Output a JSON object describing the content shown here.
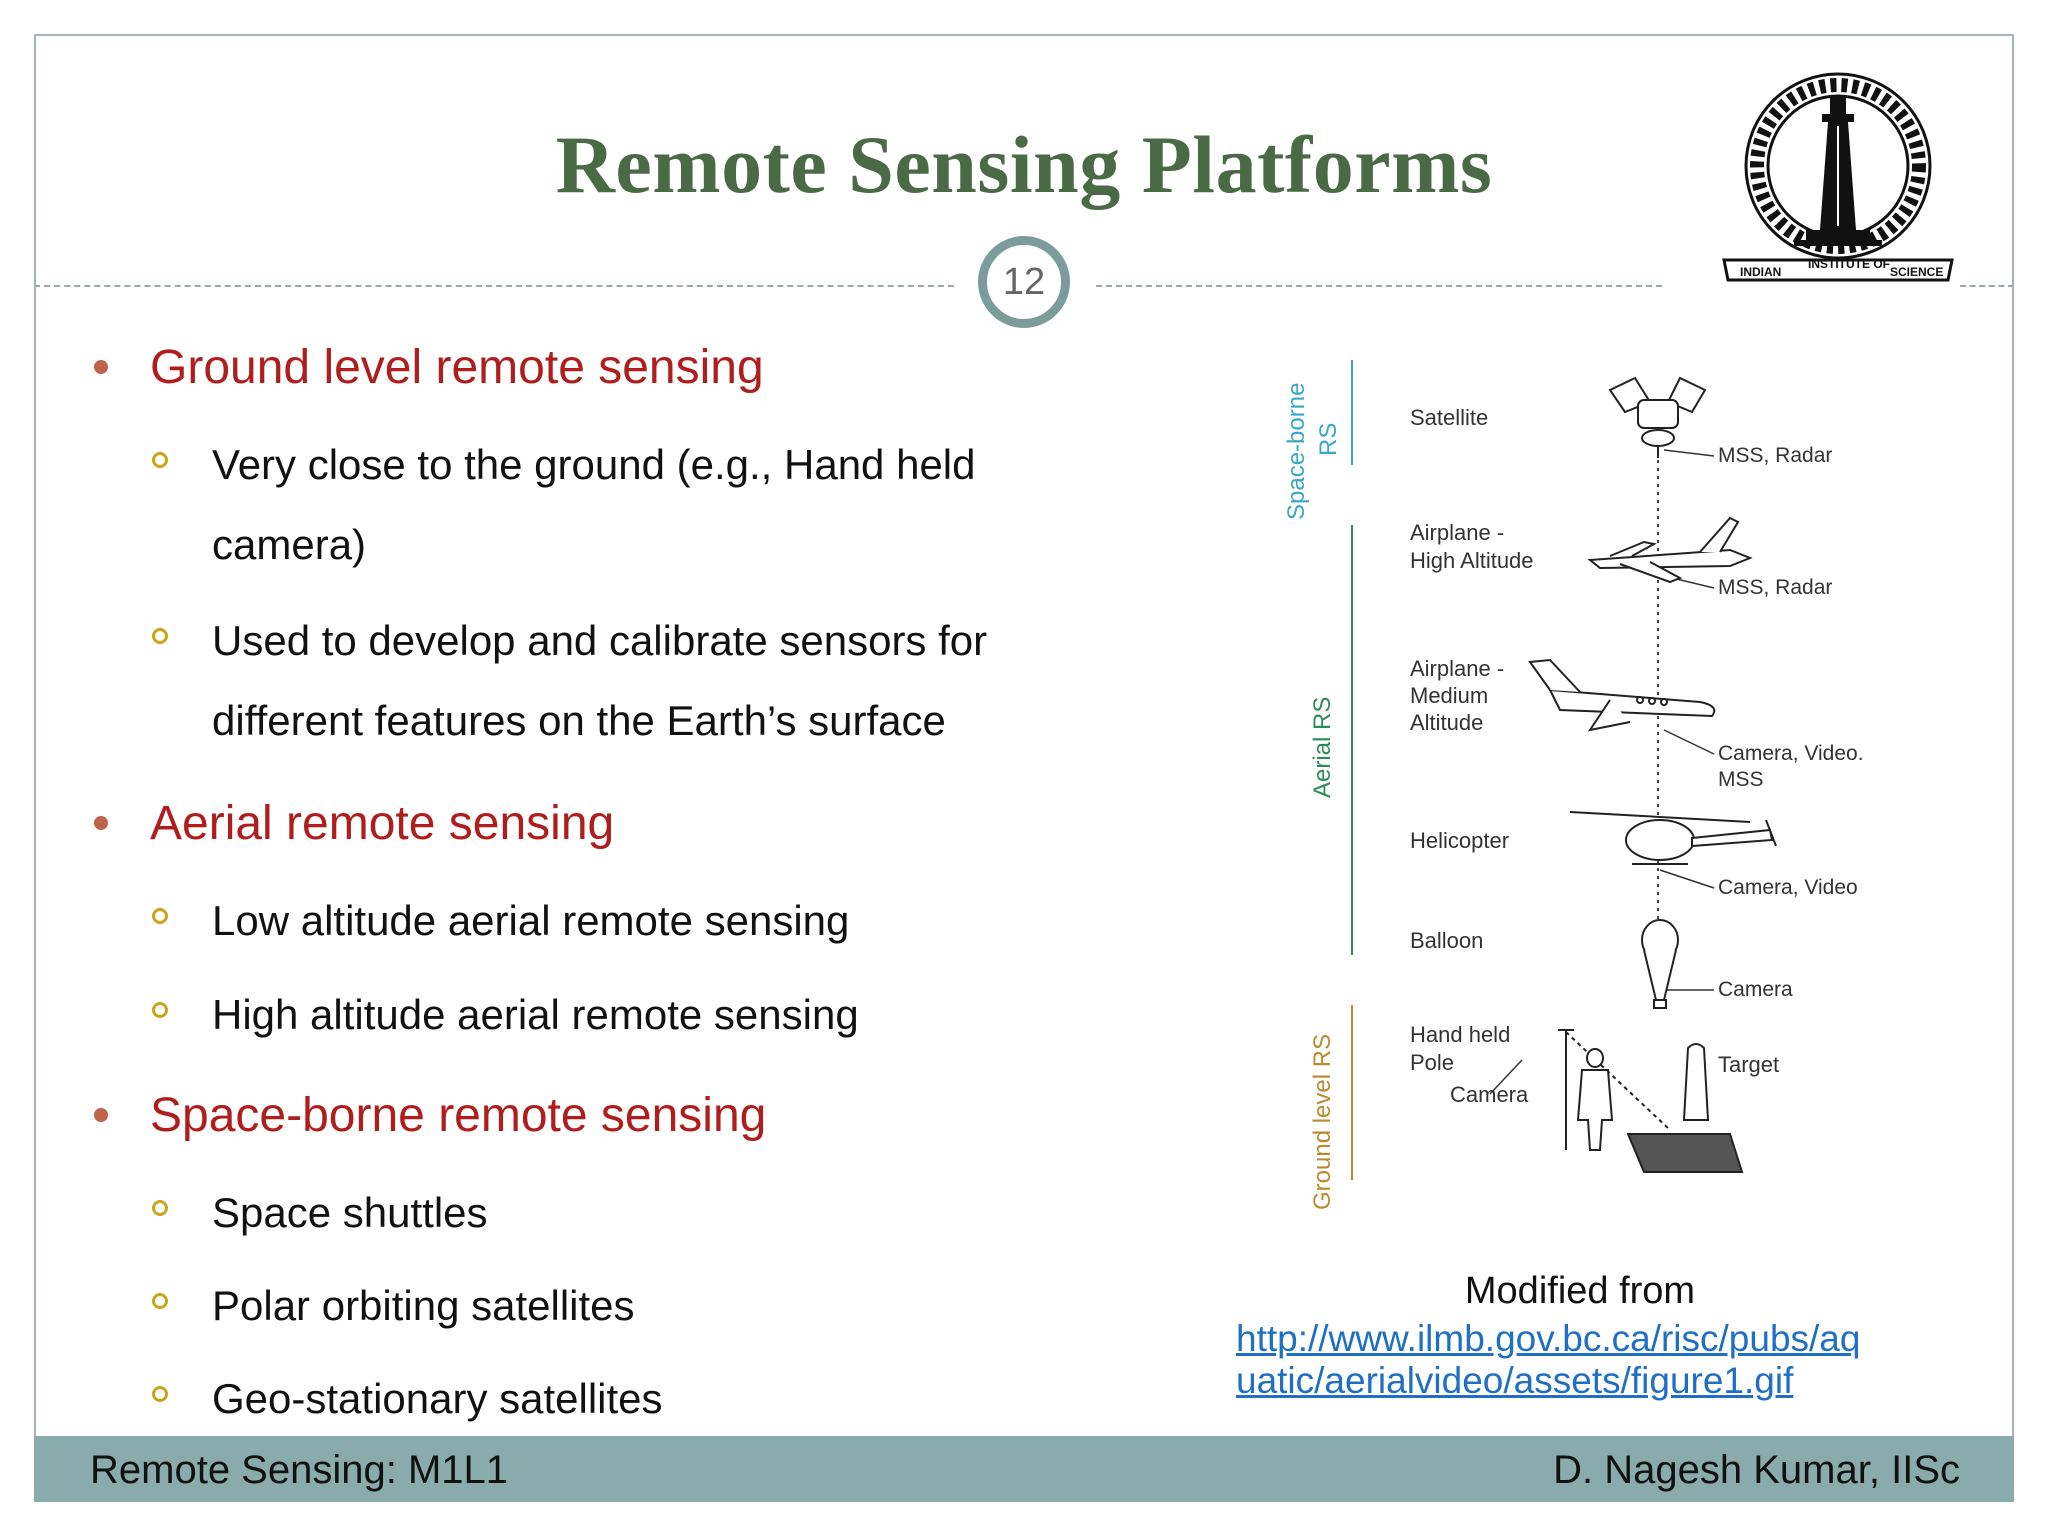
{
  "slide": {
    "title": "Remote Sensing Platforms",
    "number": "12"
  },
  "logo": {
    "text": "INDIAN INSTITUTE OF SCIENCE",
    "left": "INDIAN",
    "middle": "INSTITUTE OF",
    "right": "SCIENCE"
  },
  "bullets": [
    {
      "label": "Ground level remote sensing",
      "sub": [
        "Very close to the ground (e.g., Hand held",
        "camera)",
        "Used to develop and calibrate sensors for",
        "different features on the Earth’s surface"
      ]
    },
    {
      "label": "Aerial remote sensing",
      "sub": [
        "Low altitude aerial remote sensing",
        "High altitude aerial remote sensing"
      ]
    },
    {
      "label": "Space-borne remote sensing",
      "sub": [
        "Space shuttles",
        "Polar orbiting satellites",
        "Geo-stationary satellites"
      ]
    }
  ],
  "figure": {
    "bands": {
      "space": "Space-borne RS",
      "space_line1": "Space-borne",
      "space_line2": "RS",
      "aerial": "Aerial RS",
      "ground": "Ground level RS"
    },
    "platforms": {
      "satellite": "Satellite",
      "airplane_high_1": "Airplane -",
      "airplane_high_2": "High Altitude",
      "airplane_med_1": "Airplane -",
      "airplane_med_2": "Medium",
      "airplane_med_3": "Altitude",
      "helicopter": "Helicopter",
      "balloon": "Balloon",
      "handheld_1": "Hand held",
      "handheld_2": "Pole",
      "camera": "Camera",
      "target": "Target"
    },
    "sensors": {
      "satellite": "MSS, Radar",
      "airplane_high": "MSS, Radar",
      "airplane_med_1": "Camera, Video.",
      "airplane_med_2": "MSS",
      "helicopter": "Camera, Video",
      "balloon": "Camera"
    }
  },
  "credit": {
    "label": "Modified from",
    "link_line1": "http://www.ilmb.gov.bc.ca/risc/pubs/aq",
    "link_line2": "uatic/aerialvideo/assets/figure1.gif"
  },
  "footer": {
    "left": "Remote Sensing: M1L1",
    "right": "D. Nagesh Kumar, IISc"
  },
  "colors": {
    "title": "#4a6a46",
    "bullet_l1": "#b01d1d",
    "footer_bg": "#89abab",
    "space_band": "#3aa6c9",
    "aerial_band": "#2f8a5a",
    "ground_band": "#b98a2e",
    "link": "#1f6fc4"
  }
}
